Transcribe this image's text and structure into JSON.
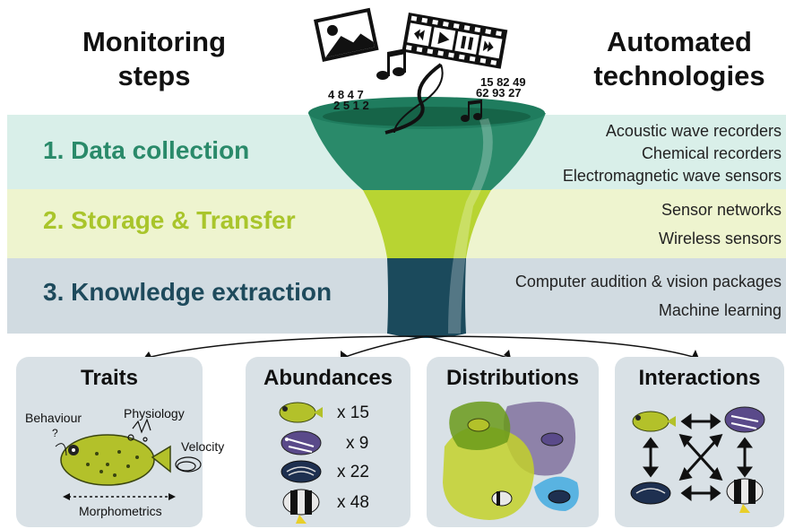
{
  "headers": {
    "left_line1": "Monitoring",
    "left_line2": "steps",
    "right_line1": "Automated",
    "right_line2": "technologies"
  },
  "steps": [
    {
      "label": "1. Data collection",
      "color": "#2a8a6a"
    },
    {
      "label": "2. Storage & Transfer",
      "color": "#a9c52b"
    },
    {
      "label": "3. Knowledge extraction",
      "color": "#1e4a5c"
    }
  ],
  "technologies": {
    "data_collection": [
      "Acoustic wave recorders",
      "Chemical recorders",
      "Electromagnetic wave sensors"
    ],
    "storage_transfer": [
      "Sensor networks",
      "Wireless sensors"
    ],
    "knowledge_extraction": [
      "Computer audition & vision packages",
      "Machine learning"
    ]
  },
  "funnel_numbers": {
    "left_line1": "4 8 4 7",
    "left_line2": "2 5 1 2",
    "right_line1": "15 82 49",
    "right_line2": "62 93 27"
  },
  "panels": {
    "traits": {
      "title": "Traits",
      "labels": {
        "behaviour": "Behaviour",
        "physiology": "Physiology",
        "velocity": "Velocity",
        "morphometrics": "Morphometrics",
        "question": "?"
      }
    },
    "abundances": {
      "title": "Abundances",
      "counts": [
        "x 15",
        "x 9",
        "x 22",
        "x 48"
      ]
    },
    "distributions": {
      "title": "Distributions"
    },
    "interactions": {
      "title": "Interactions"
    }
  },
  "icons": [
    "image-icon",
    "film-strip-icon",
    "music-note-icon",
    "dna-icon"
  ],
  "colors": {
    "band_collection": "#d9efe9",
    "band_storage": "#eef4cf",
    "band_extraction": "#d1dbe1",
    "funnel_top": "#2a8a6a",
    "funnel_mid": "#b8d432",
    "funnel_bottom": "#1b4a5c",
    "panel_bg": "#d9e1e6"
  }
}
